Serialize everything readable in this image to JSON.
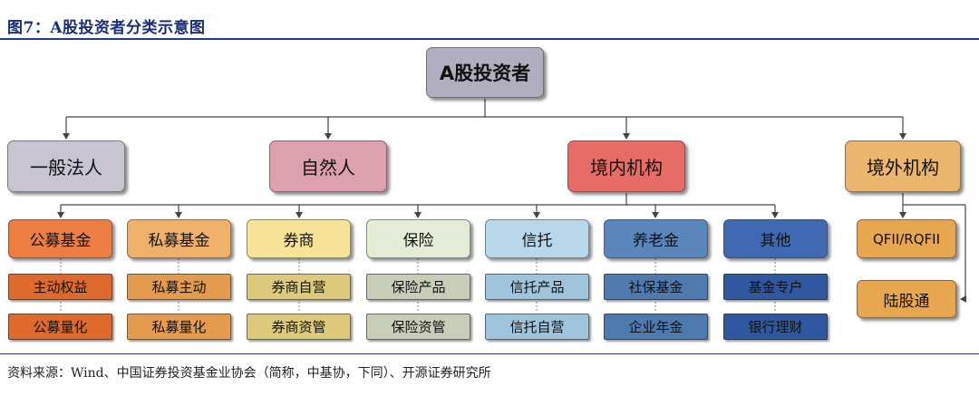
{
  "title": "图7：A股投资者分类示意图",
  "source": "资料来源：Wind、中国证券投资基金业协会（简称，中基协，下同）、开源证券研究所",
  "root": "A股投资者",
  "level1": {
    "general": "一般法人",
    "natural": "自然人",
    "domestic": "境内机构",
    "foreign": "境外机构"
  },
  "level2": {
    "public_fund": "公募基金",
    "private_fund": "私募基金",
    "broker": "券商",
    "insurance": "保险",
    "trust": "信托",
    "pension": "养老金",
    "other": "其他",
    "qfii": "QFII/RQFII",
    "connect": "陆股通"
  },
  "level3": {
    "public_active": "主动权益",
    "public_quant": "公募量化",
    "private_active": "私募主动",
    "private_quant": "私募量化",
    "broker_prop": "券商自营",
    "broker_am": "券商资管",
    "ins_product": "保险产品",
    "ins_am": "保险资管",
    "trust_product": "信托产品",
    "trust_prop": "信托自营",
    "social_security": "社保基金",
    "enterprise_annuity": "企业年金",
    "fund_special": "基金专户",
    "bank_wm": "银行理财"
  },
  "colors": {
    "root": "#b3aebf",
    "general": "#c8c4d2",
    "natural": "#dca0ae",
    "domestic": "#e86c66",
    "foreign": "#eab56c",
    "public_fund": "#ec7e44",
    "private_fund": "#efb06a",
    "broker": "#f6e396",
    "insurance": "#e3ecd4",
    "trust": "#b8d7ea",
    "pension": "#5b86bb",
    "other": "#3f6ab3",
    "qfii": "#e8a74e",
    "connect": "#e8a74e",
    "lines": "#444444"
  }
}
